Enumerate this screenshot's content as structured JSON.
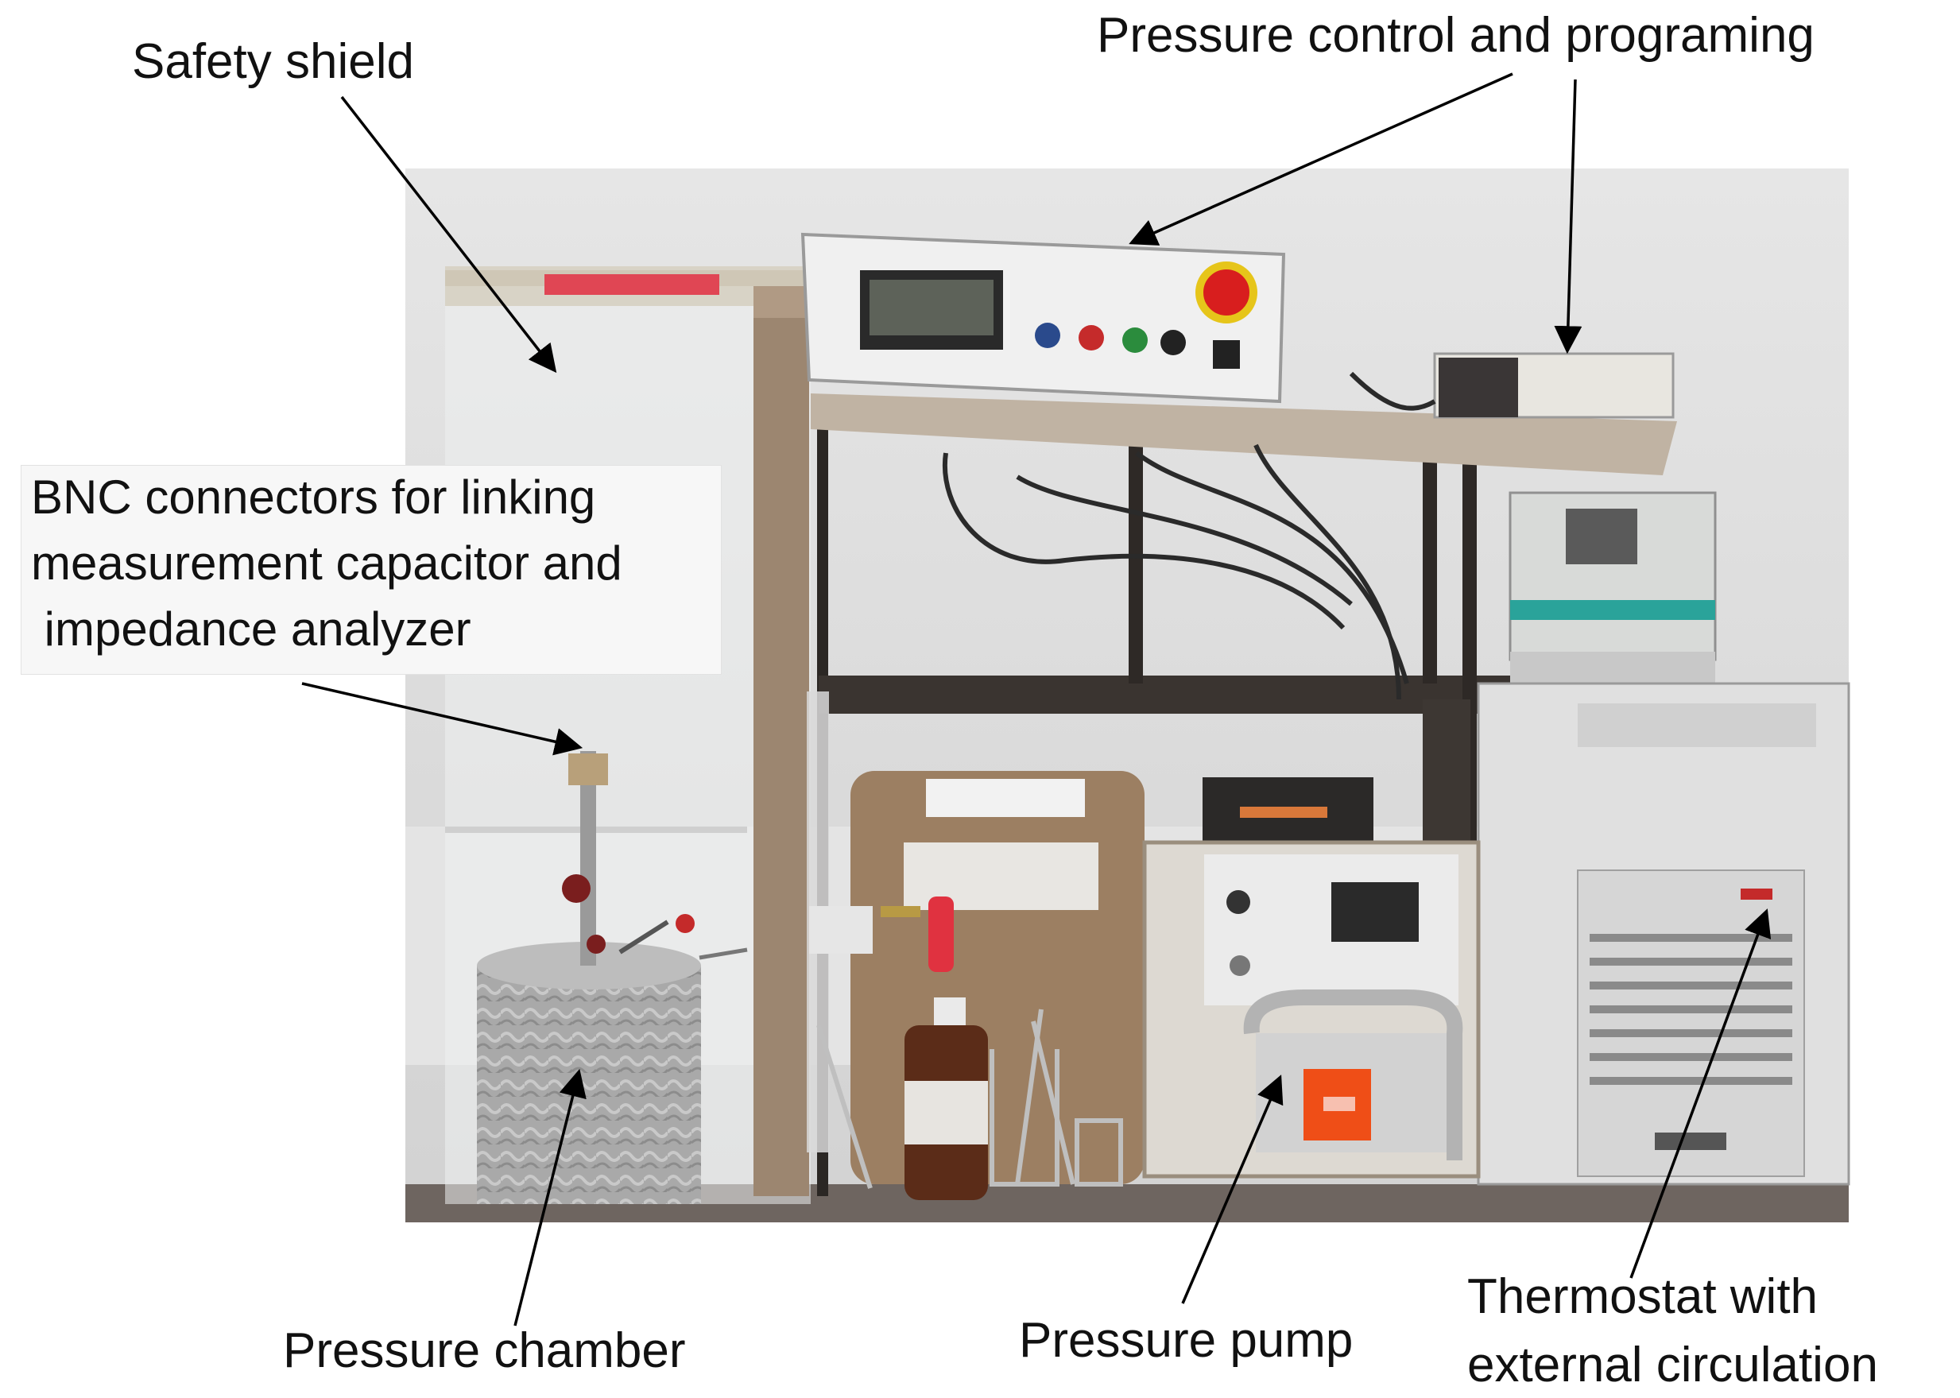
{
  "labels": {
    "safety_shield": "Safety shield",
    "pressure_control": "Pressure control and programing",
    "bnc_line1": "BNC connectors for linking",
    "bnc_line2": "measurement capacitor and",
    "bnc_line3": " impedance analyzer",
    "pressure_chamber": "Pressure chamber",
    "pressure_pump": "Pressure pump",
    "thermostat_line1": "Thermostat with",
    "thermostat_line2": "external circulation"
  },
  "colors": {
    "wall": "#dcdcdc",
    "frame": "#9c8670",
    "shelf_bar": "#3a3430",
    "emergency_red": "#d81e1e",
    "pump_knob": "#e23a16",
    "arrow": "#000000"
  }
}
